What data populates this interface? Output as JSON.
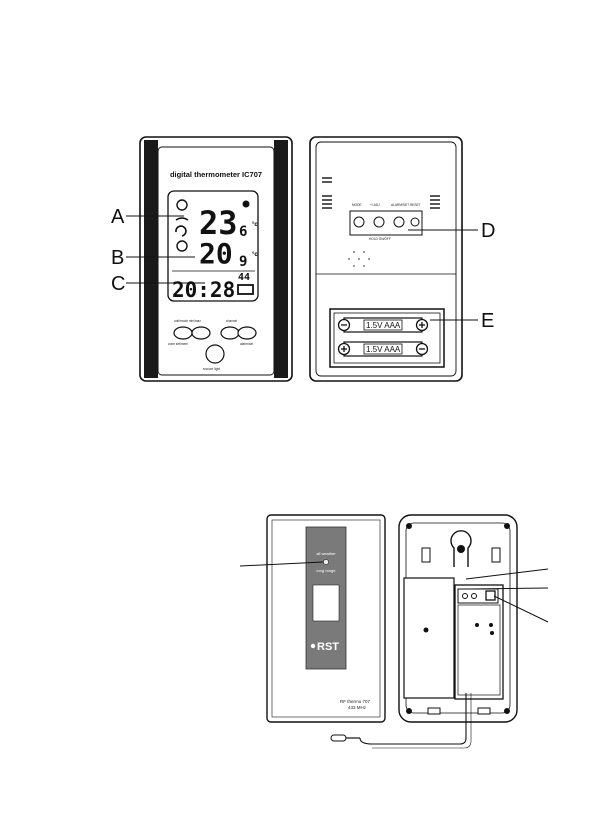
{
  "figure1": {
    "front": {
      "model_title": "digital thermometer IC707",
      "readout_a": {
        "main": "23",
        "decimal": "6"
      },
      "readout_b": {
        "main": "20",
        "decimal": "9"
      },
      "clock": {
        "time": "20:28",
        "seconds": "44"
      },
      "button_labels": {
        "left_top": "unit/mode  min/max",
        "left_bottom": "zone  set/mem",
        "mid_top": "channel",
        "right_bottom": "alarm/set",
        "bottom": "snooze  light"
      }
    },
    "back": {
      "button_labels": [
        "MODE",
        "+/-ADJ",
        "ALARM/SET",
        "RESET"
      ],
      "button_caption": "HOLD ON/OFF",
      "battery_labels": [
        "1.5V AAA",
        "1.5V AAA"
      ]
    },
    "callouts": [
      "A",
      "B",
      "C",
      "D",
      "E"
    ]
  },
  "figure2": {
    "sensor_front": {
      "indicator_top": "all weather",
      "indicator_bottom": "long range",
      "brand": "RST",
      "model_line1": "RF thermo 707",
      "model_line2": "433 MHz"
    }
  }
}
